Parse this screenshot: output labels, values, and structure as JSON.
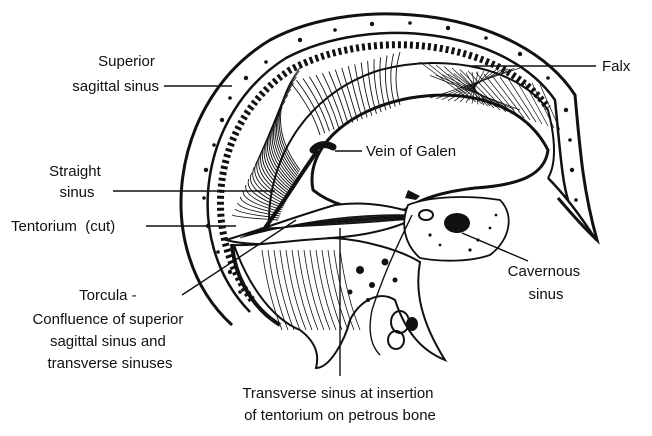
{
  "labels": {
    "superior_sagittal_sinus": [
      "Superior",
      "sagittal sinus"
    ],
    "falx": [
      "Falx"
    ],
    "vein_of_galen": [
      "Vein of Galen"
    ],
    "straight_sinus": [
      "Straight",
      "sinus"
    ],
    "tentorium_cut": [
      "Tentorium  (cut)"
    ],
    "cavernous_sinus": [
      "Cavernous",
      "sinus"
    ],
    "torcula": [
      "Torcula -",
      "Confluence of superior",
      "sagittal sinus and",
      "transverse sinuses"
    ],
    "transverse_sinus": [
      "Transverse sinus at insertion",
      "of tentorium on petrous bone"
    ]
  },
  "colors": {
    "ink": "#111111",
    "paper": "#ffffff"
  }
}
